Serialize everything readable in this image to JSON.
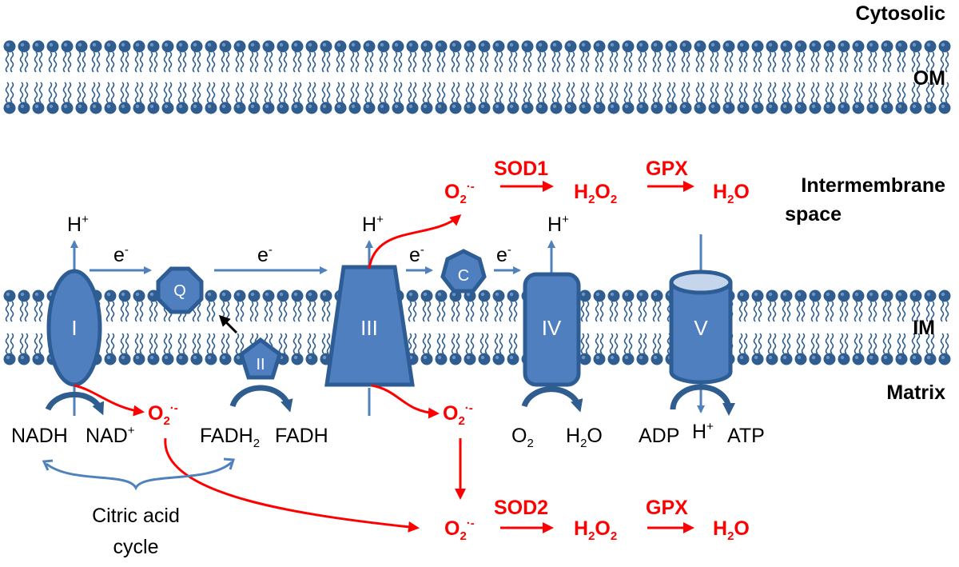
{
  "regions": {
    "cytosolic": "Cytosolic",
    "om": "OM",
    "intermembrane_line1": "Intermembrane",
    "intermembrane_line2": "space",
    "im": "IM",
    "matrix": "Matrix"
  },
  "complexes": {
    "I": "I",
    "II": "II",
    "III": "III",
    "IV": "IV",
    "V": "V",
    "Q": "Q",
    "C": "C"
  },
  "proton": {
    "base": "H",
    "sup": "+"
  },
  "electron": {
    "base": "e",
    "sup": "-"
  },
  "substrates": {
    "nadh": "NADH",
    "nad": {
      "base": "NAD",
      "sup": "+"
    },
    "fadh2": {
      "base": "FADH",
      "sub": "2"
    },
    "fadh": "FADH",
    "o2": {
      "base": "O",
      "sub": "2"
    },
    "h2o": {
      "base": "H",
      "sub": "2",
      "tail": "O"
    },
    "adp": "ADP",
    "atp": "ATP"
  },
  "citric_acid": {
    "line1": "Citric acid",
    "line2": "cycle"
  },
  "ros": {
    "superoxide": {
      "base": "O",
      "sub": "2",
      "sup": "·-"
    },
    "h2o2": {
      "base": "H",
      "sub1": "2",
      "mid": "O",
      "sub2": "2"
    },
    "water": {
      "base": "H",
      "sub": "2",
      "tail": "O"
    },
    "sod1": "SOD1",
    "sod2": "SOD2",
    "gpx": "GPX"
  },
  "colors": {
    "membrane": "#2f5d8f",
    "complex_fill": "#4f7fbf",
    "complex_stroke": "#2d5d94",
    "arrow_blue": "#4f81bd",
    "ros_red": "#ff0000"
  }
}
